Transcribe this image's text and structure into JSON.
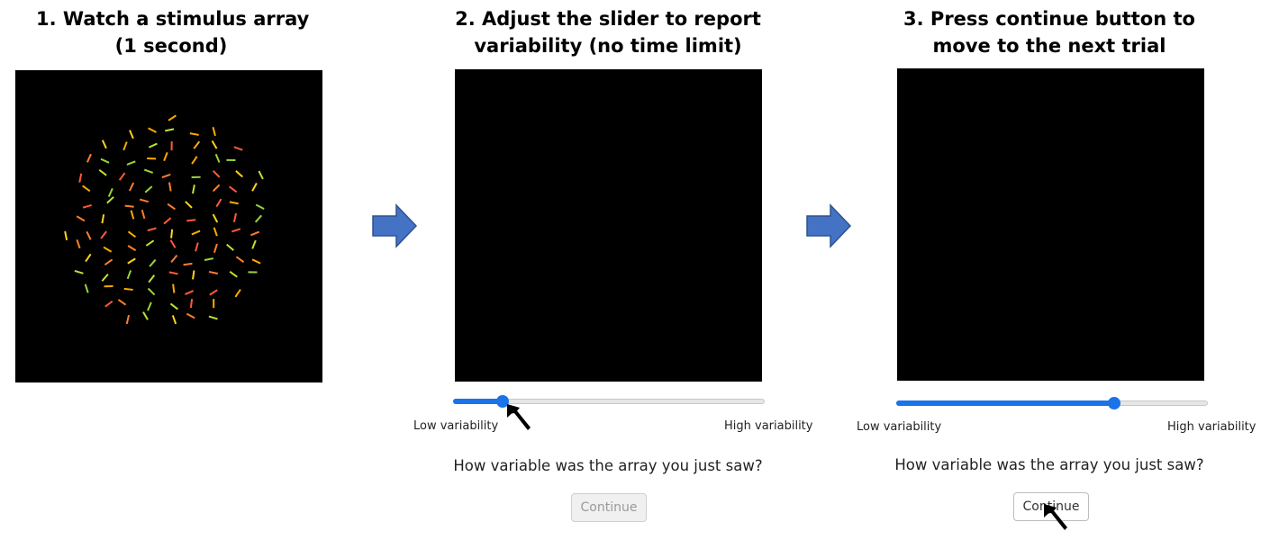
{
  "steps": [
    {
      "title_line1": "1.    Watch a stimulus array",
      "title_line2": "(1 second)"
    },
    {
      "title_line1": "2. Adjust the slider to report",
      "title_line2": "variability (no time limit)"
    },
    {
      "title_line1": "3. Press continue button to",
      "title_line2": "move to the next trial"
    }
  ],
  "step2": {
    "slider_value": 0.16,
    "low_label": "Low variability",
    "high_label": "High variability",
    "question": "How variable was the array you just saw?",
    "button_label": "Continue",
    "button_state": "disabled"
  },
  "step3": {
    "slider_value": 0.7,
    "low_label": "Low variability",
    "high_label": "High variability",
    "question": "How variable was the array you just saw?",
    "button_label": "Continue",
    "button_state": "enabled"
  },
  "colors": {
    "accent": "#1a73e8",
    "arrow": "#4472c4",
    "stimulus_line_colors": [
      "#ff7f2a",
      "#ffaa00",
      "#ffd21f",
      "#c2e031",
      "#ff5a36",
      "#9bd43a"
    ]
  },
  "icons": [
    "right-arrow-icon",
    "mouse-pointer-icon"
  ]
}
